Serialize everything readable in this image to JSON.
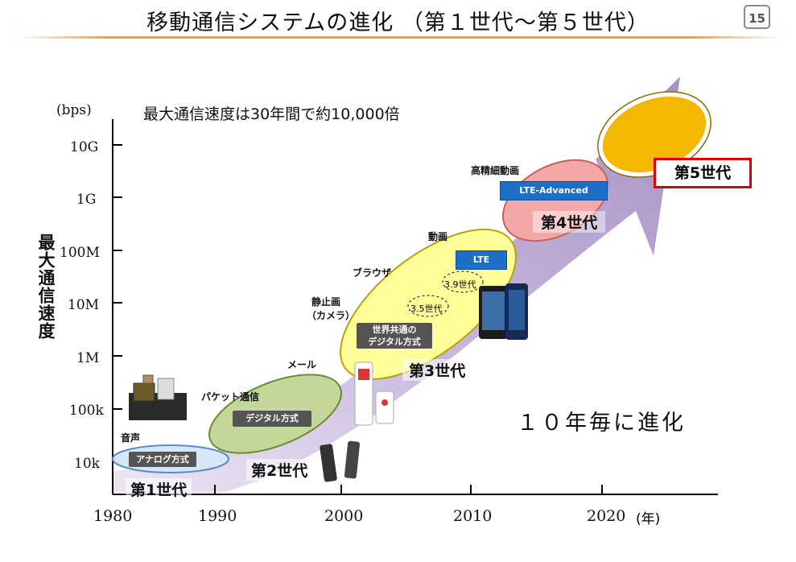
{
  "title": "移動通信システムの進化 （第１世代～第５世代）",
  "page_number": "15",
  "chart_data": {
    "type": "diagram",
    "headline": "最大通信速度は30年間で約10,000倍",
    "y_unit": "(bps)",
    "y_axis_label": "最大通信速度",
    "y_ticks": [
      "10G",
      "1G",
      "100M",
      "10M",
      "1M",
      "100k",
      "10k"
    ],
    "x_ticks": [
      "1980",
      "1990",
      "2000",
      "2010",
      "2020"
    ],
    "x_unit": "(年)",
    "trend_text": "１０年毎に進化",
    "generations": [
      {
        "name": "第1世代",
        "service": "音声",
        "tech": "アナログ方式",
        "color": "#d6e8f7"
      },
      {
        "name": "第2世代",
        "service": "パケット通信",
        "tech": "デジタル方式",
        "color": "#c4d79b"
      },
      {
        "name": "第3世代",
        "services": [
          "メール",
          "静止画",
          "（カメラ）",
          "ブラウザ"
        ],
        "tech_line1": "世界共通の",
        "tech_line2": "デジタル方式",
        "sub": [
          "3.5世代",
          "3.9世代"
        ],
        "color": "#ffff99"
      },
      {
        "name": "第4世代",
        "services": [
          "動画",
          "高精細動画"
        ],
        "tech": [
          "LTE",
          "LTE-Advanced"
        ],
        "color": "#f4a7a7"
      },
      {
        "name": "第5世代",
        "color": "#f5b800"
      }
    ]
  }
}
